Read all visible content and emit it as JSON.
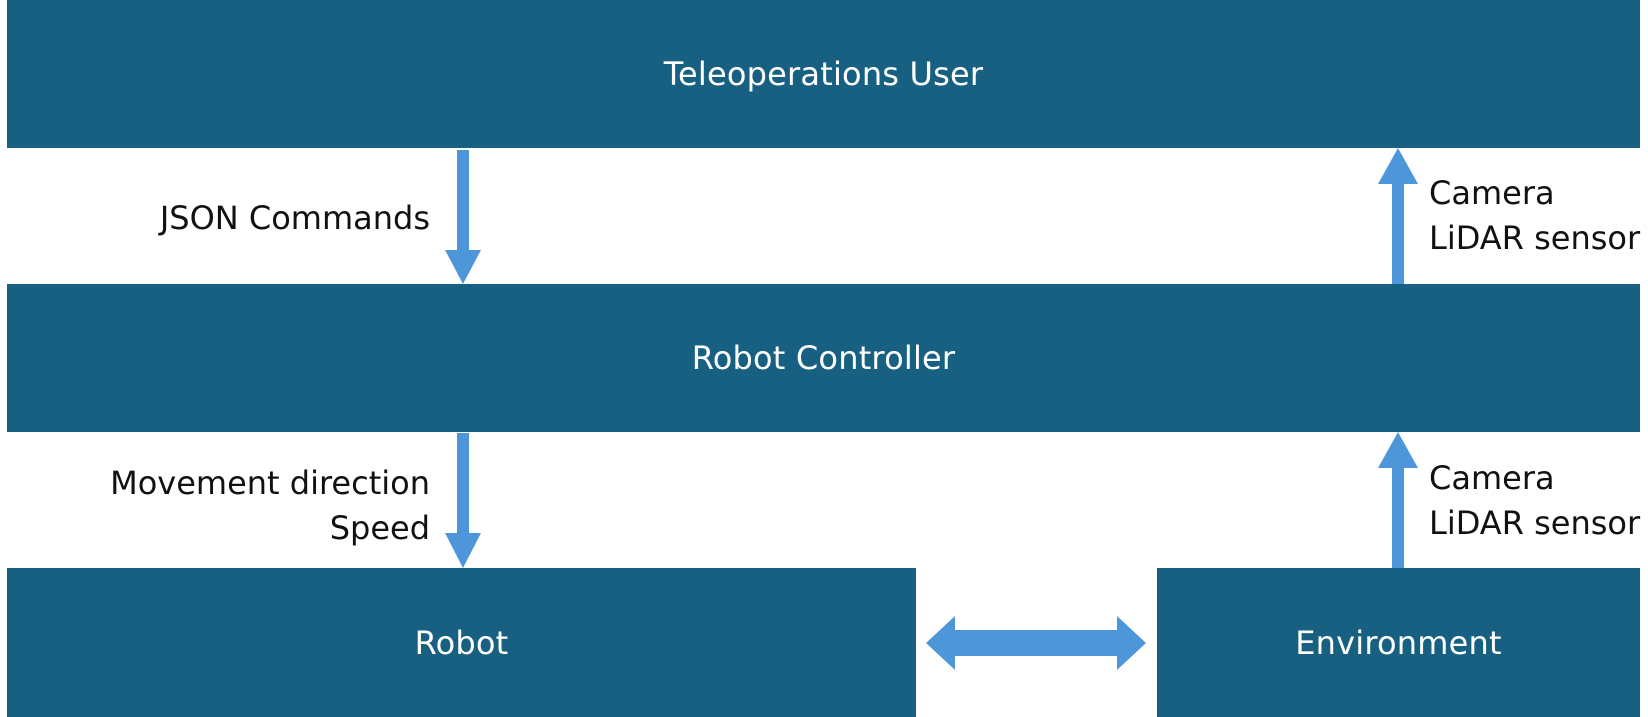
{
  "boxes": {
    "user": "Teleoperations User",
    "controller": "Robot Controller",
    "robot": "Robot",
    "environment": "Environment"
  },
  "labels": {
    "commands": "JSON Commands",
    "movement": [
      "Movement direction",
      "Speed"
    ],
    "sensors_top": [
      "Camera",
      "LiDAR sensor"
    ],
    "sensors_bottom": [
      "Camera",
      "LiDAR sensor"
    ]
  },
  "colors": {
    "box": "#176082",
    "arrow": "#4e96da"
  }
}
